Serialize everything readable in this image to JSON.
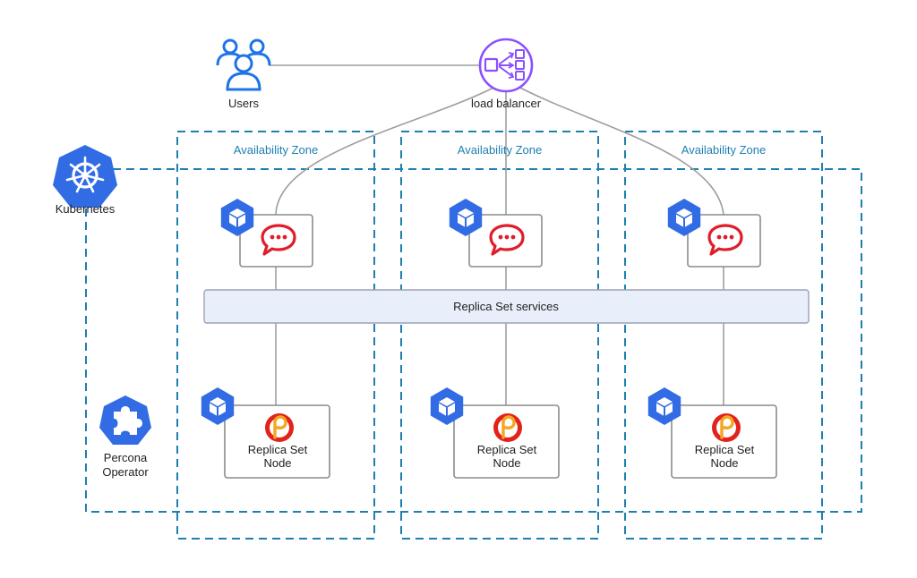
{
  "users": {
    "label": "Users"
  },
  "load_balancer": {
    "label": "load balancer"
  },
  "kubernetes": {
    "label": "Kubernetes"
  },
  "operator": {
    "line1": "Percona",
    "line2": "Operator"
  },
  "services": {
    "label": "Replica Set services"
  },
  "zones": [
    {
      "label": "Availability Zone",
      "node_line1": "Replica Set",
      "node_line2": "Node"
    },
    {
      "label": "Availability Zone",
      "node_line1": "Replica Set",
      "node_line2": "Node"
    },
    {
      "label": "Availability Zone",
      "node_line1": "Replica Set",
      "node_line2": "Node"
    }
  ],
  "colors": {
    "zone_border": "#1f7fb0",
    "k8s_blue": "#326ce5",
    "load_balancer_purple": "#8c4fff",
    "rocketchat_red": "#e01e2b",
    "percona_red": "#e2231a",
    "percona_orange": "#f5a623",
    "users_blue": "#1e73e8"
  },
  "icons": {
    "users": "users-group-icon",
    "load_balancer": "load-balancer-icon",
    "kubernetes": "kubernetes-helm-icon",
    "pod": "pod-cube-icon",
    "chat_app": "rocket-chat-icon",
    "database": "percona-icon",
    "operator": "puzzle-piece-icon"
  }
}
